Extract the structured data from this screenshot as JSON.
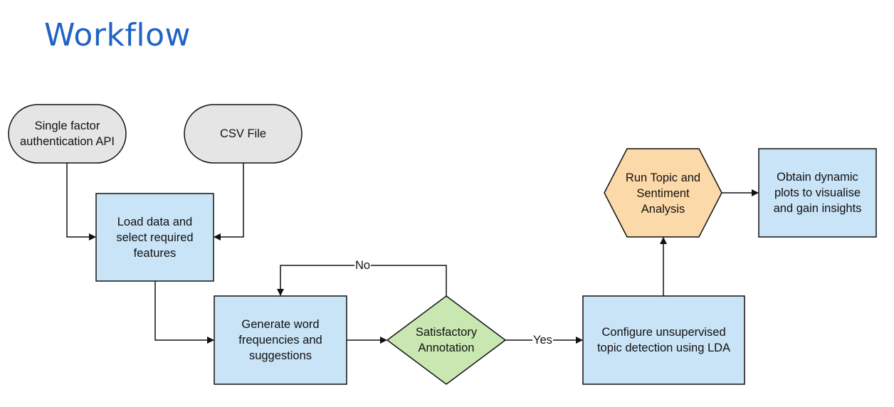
{
  "title": "Workflow",
  "colors": {
    "title": "#1f63c6",
    "terminal_fill": "#e5e5e5",
    "process_fill": "#c9e4f7",
    "decision_fill": "#c9e7b0",
    "preparation_fill": "#fcd9a8",
    "stroke": "#111111"
  },
  "nodes": {
    "api": "Single factor\nauthentication API",
    "csv": "CSV File",
    "load": "Load data and\nselect required\nfeatures",
    "generate": "Generate word\nfrequencies and\nsuggestions",
    "decision": "Satisfactory\nAnnotation",
    "configure": "Configure unsupervised\ntopic detection using LDA",
    "run": "Run Topic and\nSentiment\nAnalysis",
    "obtain": "Obtain dynamic\nplots to visualise\nand gain insights"
  },
  "edge_labels": {
    "no": "No",
    "yes": "Yes"
  }
}
